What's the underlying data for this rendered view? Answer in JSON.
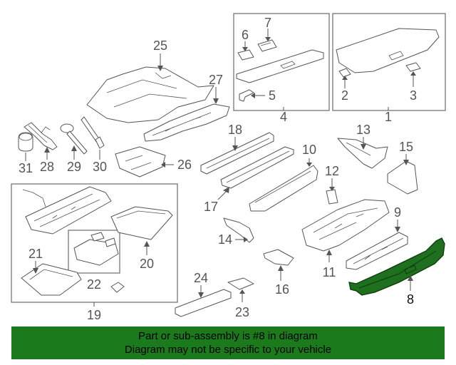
{
  "diagram": {
    "callouts": [
      "1",
      "2",
      "3",
      "4",
      "5",
      "6",
      "7",
      "8",
      "9",
      "10",
      "11",
      "12",
      "13",
      "14",
      "15",
      "16",
      "17",
      "18",
      "19",
      "20",
      "21",
      "22",
      "23",
      "24",
      "25",
      "26",
      "27",
      "28",
      "29",
      "30",
      "31"
    ],
    "highlighted_callout": "8",
    "colors": {
      "highlight": "#1e6f1e",
      "banner": "#1b7a1b",
      "line": "#555555"
    }
  },
  "banner": {
    "line1": "Part or sub-assembly is #8 in diagram",
    "line2": "Diagram may not be specific to your vehicle"
  }
}
